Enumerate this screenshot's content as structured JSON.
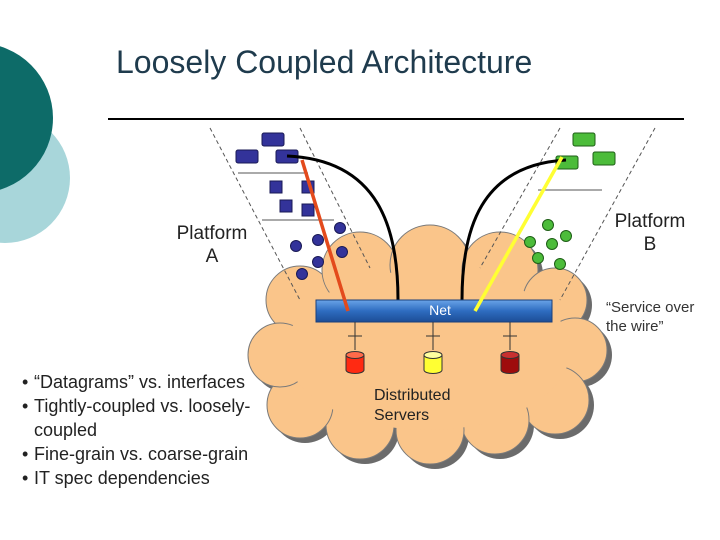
{
  "slide": {
    "title": "Loosely Coupled Architecture",
    "platform_a": [
      "Platform",
      "A"
    ],
    "platform_b": [
      "Platform",
      "B"
    ],
    "net_label": "Net",
    "distributed_servers": [
      "Distributed",
      "Servers"
    ],
    "service_over_wire": [
      "“Service over",
      "the wire”"
    ],
    "bullets": [
      "“Datagrams” vs. interfaces",
      "Tightly-coupled vs. loosely-coupled",
      "Fine-grain vs. coarse-grain",
      "IT spec dependencies"
    ]
  },
  "colors": {
    "accent_teal": "#0d6b68",
    "accent_light": "#9bcfd3",
    "cloud": "#fac58a",
    "net_bar": "#3573c4",
    "platform_a": "#33339a",
    "platform_b": "#4cbc3a",
    "link_red": "#e34a1c",
    "link_yellow": "#ffff33",
    "server_red": "#ff2a12",
    "server_yellow": "#ffff33",
    "server_dark": "#9e0c0c"
  }
}
